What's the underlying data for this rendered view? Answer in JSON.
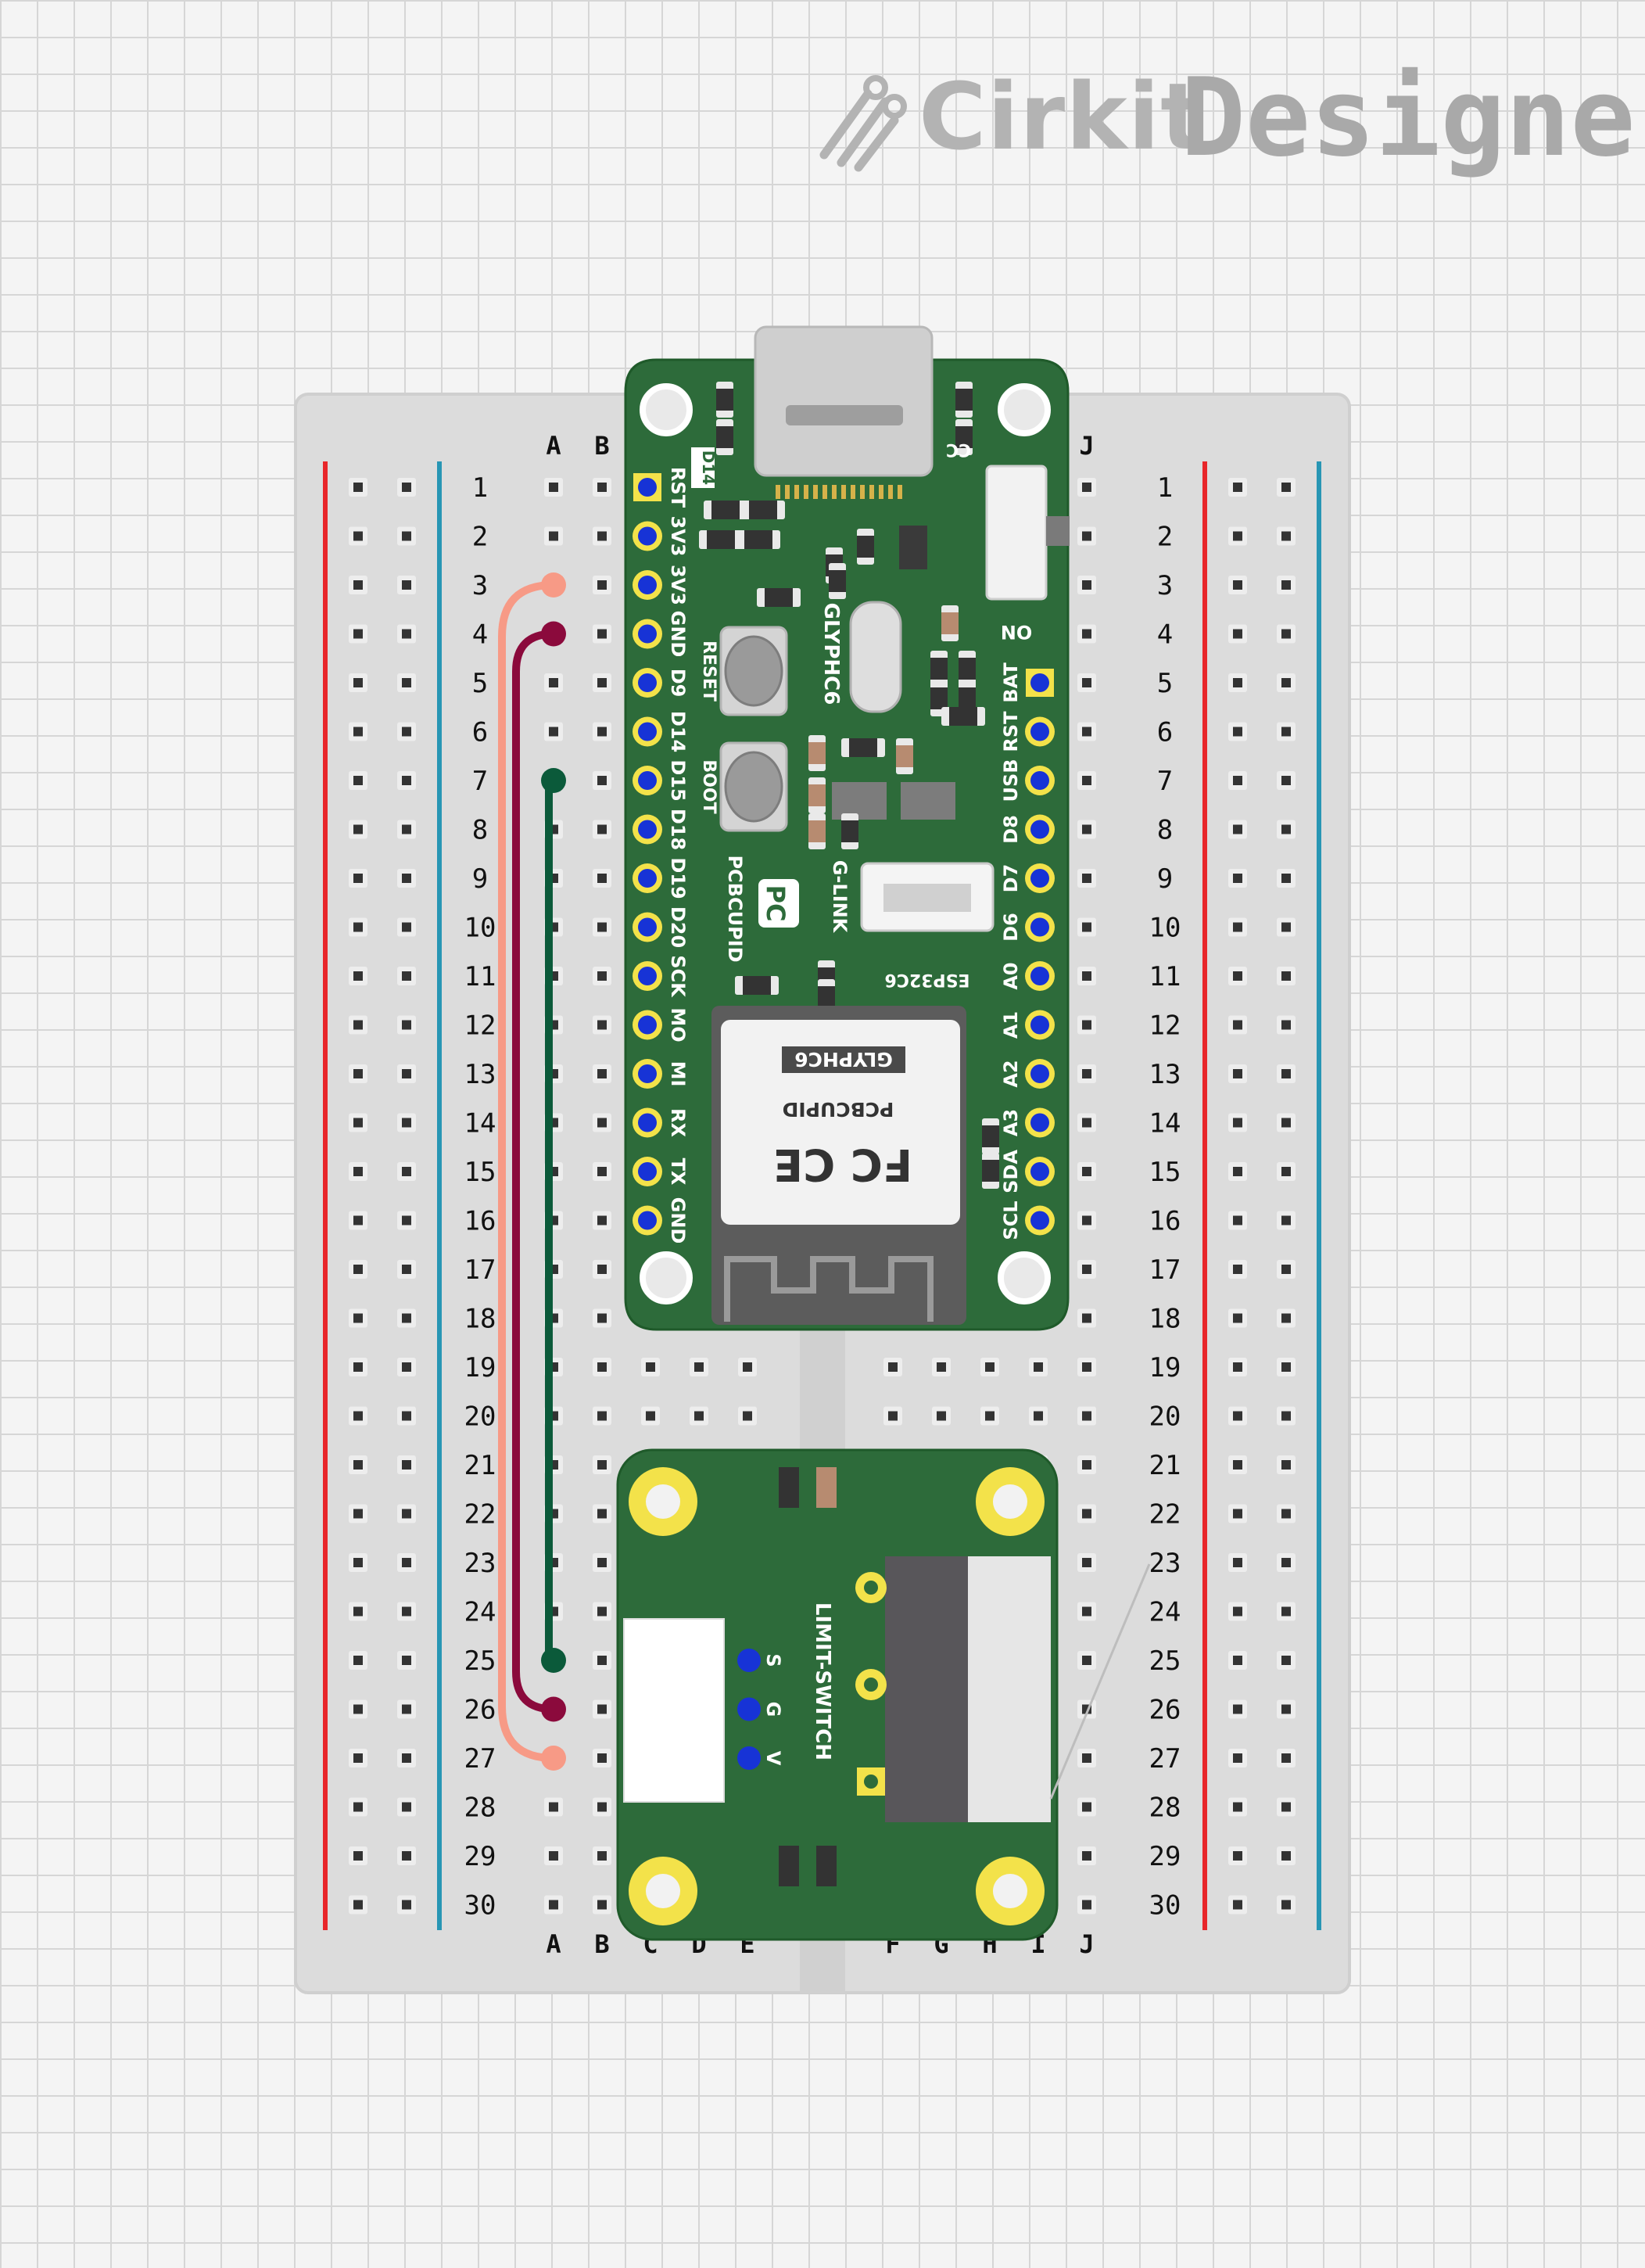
{
  "brand": {
    "name_part1": "Cirkit",
    "name_part2": "Designer",
    "icon": "cirkit-logo-icon"
  },
  "breadboard": {
    "columns_left": [
      "A",
      "B",
      "C",
      "D",
      "E"
    ],
    "columns_right": [
      "F",
      "G",
      "H",
      "I",
      "J"
    ],
    "rows": [
      "1",
      "2",
      "3",
      "4",
      "5",
      "6",
      "7",
      "8",
      "9",
      "10",
      "11",
      "12",
      "13",
      "14",
      "15",
      "16",
      "17",
      "18",
      "19",
      "20",
      "21",
      "22",
      "23",
      "24",
      "25",
      "26",
      "27",
      "28",
      "29",
      "30"
    ],
    "rail_colors": {
      "positive": "#e8262a",
      "negative": "#2896b4"
    }
  },
  "mcu_board": {
    "left_pins": [
      "RST",
      "3V3",
      "3V3",
      "GND",
      "D9",
      "D14",
      "D15",
      "D18",
      "D19",
      "D20",
      "SCK",
      "MO",
      "MI",
      "RX",
      "TX",
      "GND"
    ],
    "right_pins": [
      "BAT",
      "RST",
      "USB",
      "D8",
      "D7",
      "D6",
      "A0",
      "A1",
      "A2",
      "A3",
      "SDA",
      "SCL"
    ],
    "labels": {
      "name": "GLYPHC6",
      "maker": "PCBCUPID",
      "reset": "RESET",
      "boot": "BOOT",
      "glink": "G-LINK",
      "chip": "ESP32C6",
      "cc": "CC",
      "on": "ON",
      "d14": "D14",
      "logo": "PC"
    },
    "module": {
      "name": "GLYPHC6",
      "maker": "PCBCUPID",
      "marks": "FC CE"
    },
    "color": "#2d6b3a"
  },
  "switch_board": {
    "title": "LIMIT-SWITCH",
    "pins": [
      "S",
      "G",
      "V"
    ],
    "color": "#2d6b3a"
  },
  "wires": [
    {
      "color": "#f79a86",
      "from": "A3",
      "to": "A27"
    },
    {
      "color": "#8b0a3c",
      "from": "A4",
      "to": "A26"
    },
    {
      "color": "#0b5a3a",
      "from": "A7",
      "to": "A25"
    }
  ]
}
